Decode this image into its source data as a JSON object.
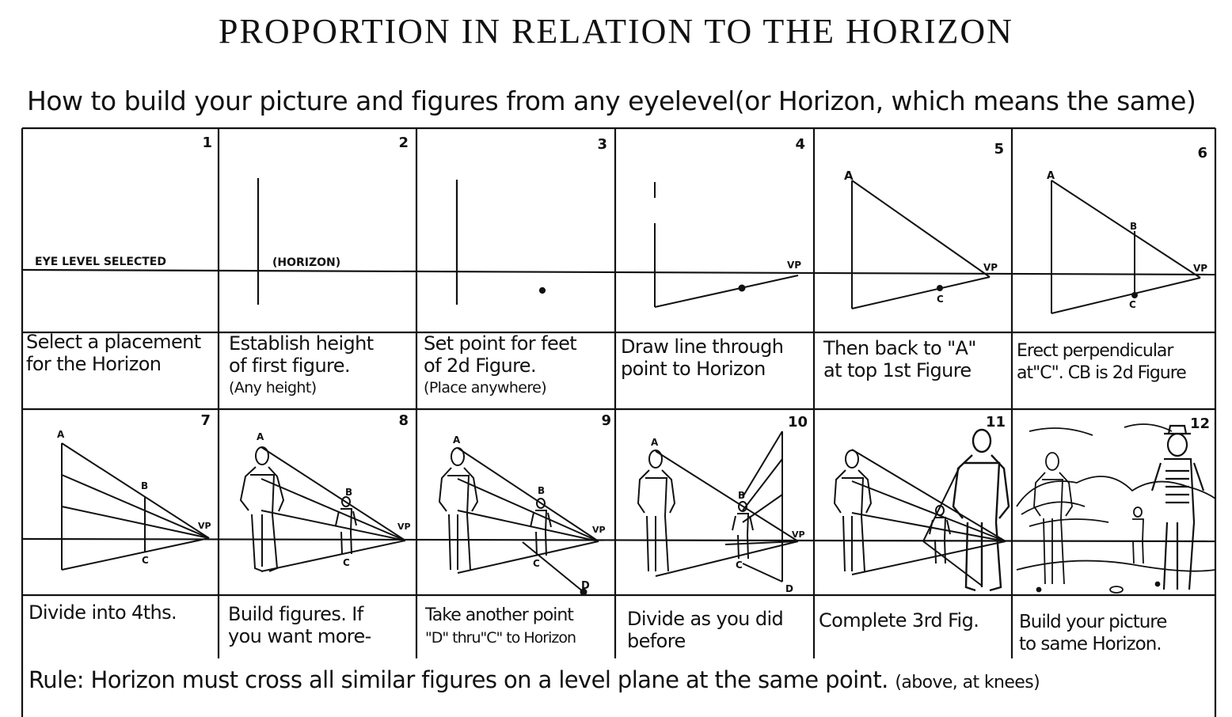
{
  "title": "PROPORTION IN RELATION TO THE HORIZON",
  "subtitle": "How to build your picture and figures from any eyelevel(or Horizon, which means the same)",
  "panels": [
    {
      "number": "1",
      "caption": [
        "Select a placement",
        "for the Horizon"
      ],
      "labels": [
        "EYE LEVEL SELECTED"
      ]
    },
    {
      "number": "2",
      "caption": [
        "Establish height",
        "of first figure.",
        "(Any height)"
      ],
      "labels": [
        "(HORIZON)"
      ]
    },
    {
      "number": "3",
      "caption": [
        "Set point for feet",
        "of 2d Figure.",
        "(Place anywhere)"
      ],
      "labels": []
    },
    {
      "number": "4",
      "caption": [
        "Draw line through",
        "point to Horizon"
      ],
      "labels": [
        "VP"
      ]
    },
    {
      "number": "5",
      "caption": [
        "Then back to \"A\"",
        "at top 1st Figure"
      ],
      "labels": [
        "A",
        "VP",
        "C"
      ]
    },
    {
      "number": "6",
      "caption": [
        "Erect perpendicular",
        "at\"C\". CB is 2d Figure"
      ],
      "labels": [
        "A",
        "B",
        "VP",
        "C"
      ]
    },
    {
      "number": "7",
      "caption": [
        "Divide into 4ths."
      ],
      "labels": [
        "A",
        "B",
        "VP",
        "C"
      ]
    },
    {
      "number": "8",
      "caption": [
        "Build figures. If",
        "you want more-"
      ],
      "labels": [
        "A",
        "B",
        "VP",
        "C"
      ]
    },
    {
      "number": "9",
      "caption": [
        "Take another point",
        "\"D\" thru\"C\" to Horizon"
      ],
      "labels": [
        "A",
        "B",
        "VP",
        "C",
        "D"
      ]
    },
    {
      "number": "10",
      "caption": [
        "Divide as you did",
        "before"
      ],
      "labels": [
        "A",
        "B",
        "VP",
        "C",
        "D"
      ]
    },
    {
      "number": "11",
      "caption": [
        "Complete 3rd Fig."
      ],
      "labels": []
    },
    {
      "number": "12",
      "caption": [
        "Build your picture",
        "to same Horizon."
      ],
      "labels": []
    }
  ],
  "rule": {
    "text": "Rule: Horizon must cross all similar figures on a level plane at the same point.",
    "note": "(above, at knees)"
  }
}
